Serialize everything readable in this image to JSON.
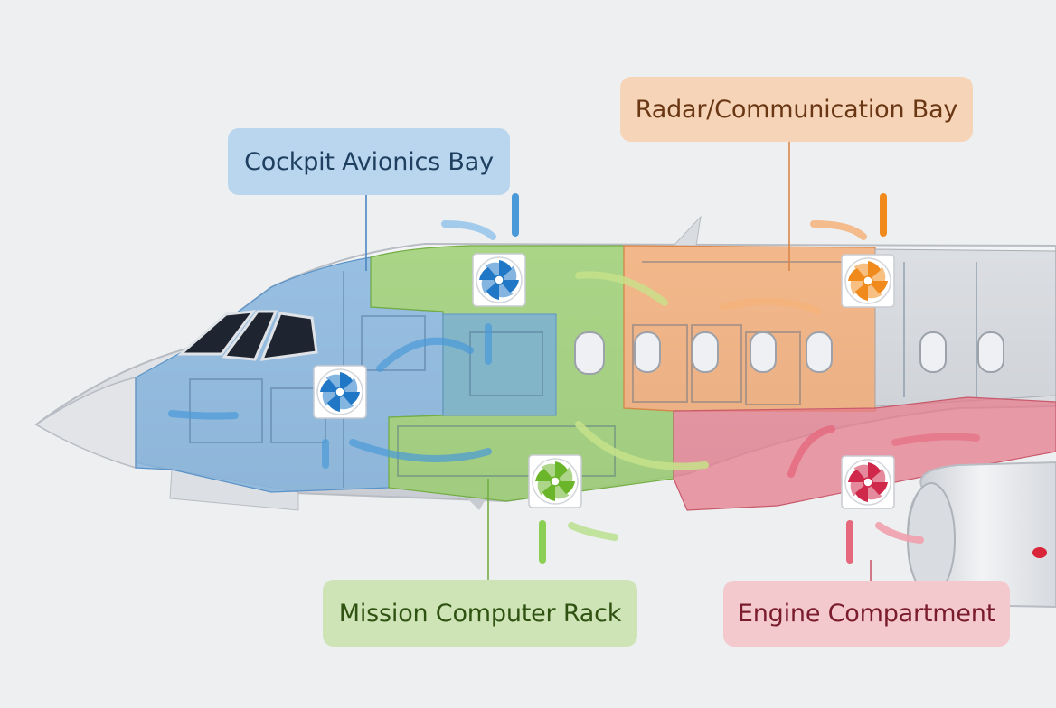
{
  "labels": {
    "cockpit": "Cockpit Avionics Bay",
    "radar": "Radar/Communication Bay",
    "mission": "Mission Computer Rack",
    "engine": "Engine Compartment"
  },
  "zone_colors": {
    "cockpit": "#7aaedb",
    "mission": "#97cc6a",
    "radar": "#f2a366",
    "engine": "#e57c8c"
  },
  "fans": [
    {
      "zone": "cockpit",
      "icon": "cooling-fan-icon",
      "color": "#1f77c6"
    },
    {
      "zone": "mission",
      "icon": "cooling-fan-icon",
      "color": "#1f77c6"
    },
    {
      "zone": "mission",
      "icon": "cooling-fan-icon",
      "color": "#6bb52a"
    },
    {
      "zone": "radar",
      "icon": "cooling-fan-icon",
      "color": "#f08a1c"
    },
    {
      "zone": "engine",
      "icon": "cooling-fan-icon",
      "color": "#d0284a"
    }
  ]
}
